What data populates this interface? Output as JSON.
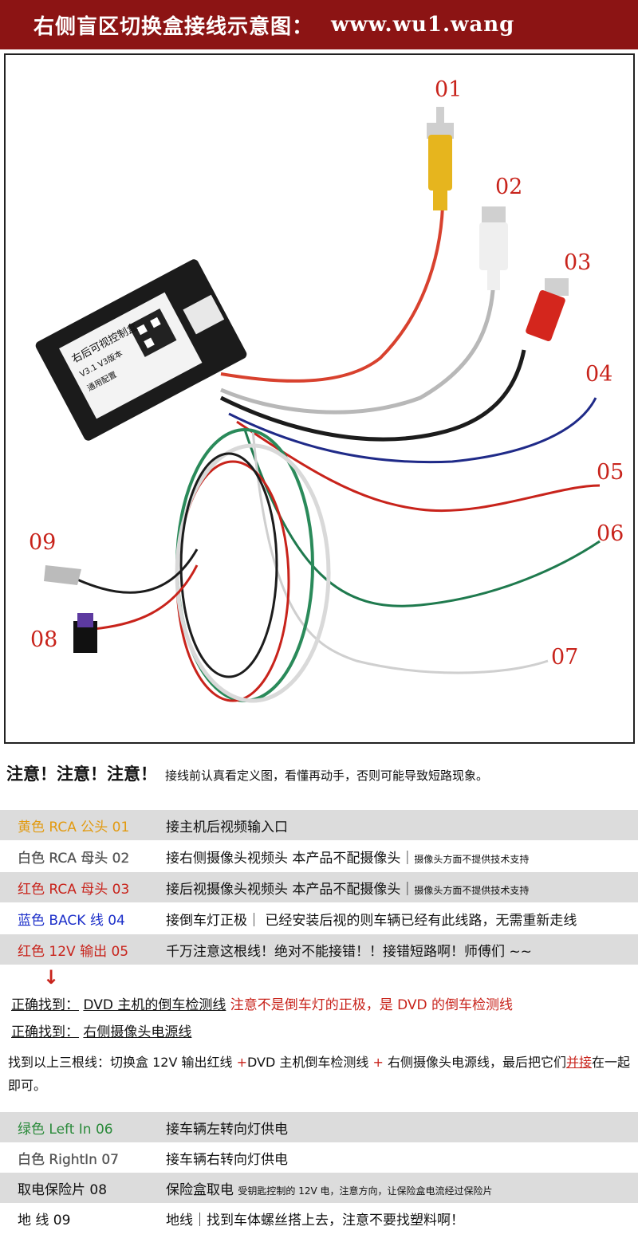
{
  "header": {
    "title": "右侧盲区切换盒接线示意图：",
    "url": "www.wu1.wang"
  },
  "photo": {
    "labels": [
      "01",
      "02",
      "03",
      "04",
      "05",
      "06",
      "07",
      "08",
      "09"
    ],
    "box_text": [
      "右后可视控制盒",
      "V3.1 V3版本",
      "通用配置"
    ]
  },
  "warning": {
    "emphasis": "注意！注意！注意！",
    "text": "接线前认真看定义图，看懂再动手，否则可能导致短路现象。"
  },
  "rows_top": [
    {
      "label": "黄色 RCA 公头 01",
      "desc": "接主机后视频输入口",
      "note": "",
      "color": "#e29a10"
    },
    {
      "label": "白色 RCA 母头 02",
      "desc": "接右侧摄像头视频头 本产品不配摄像头｜",
      "note": "摄像头方面不提供技术支持",
      "color": "#555555"
    },
    {
      "label": "红色 RCA 母头 03",
      "desc": "接后视摄像头视频头 本产品不配摄像头｜",
      "note": "摄像头方面不提供技术支持",
      "color": "#c8231b"
    },
    {
      "label": "蓝色 BACK 线  04",
      "desc": "接倒车灯正极｜ 已经安装后视的则车辆已经有此线路，无需重新走线",
      "note": "",
      "color": "#1c2fc9"
    },
    {
      "label": "红色 12V 输出  05",
      "desc": "千万注意这根线！绝对不能接错！！接错短路啊！师傅们 ~~",
      "note": "",
      "color": "#c8231b"
    }
  ],
  "arrow": "↓",
  "find1": {
    "prefix": "正确找到：",
    "main": "DVD 主机的倒车检测线",
    "note": "注意不是倒车灯的正极，是 DVD 的倒车检测线"
  },
  "find2": {
    "prefix": "正确找到：",
    "main": "右侧摄像头电源线"
  },
  "summary": {
    "part1": "找到以上三根线：切换盒 12V 输出红线",
    "plus1": "+",
    "part2": "DVD 主机倒车检测线",
    "plus2": "+",
    "part3": "右侧摄像头电源线，最后把它们",
    "highlight": "并接",
    "part4": "在一起即可。"
  },
  "rows_bottom": [
    {
      "label": "绿色 Left In   06",
      "desc": "接车辆左转向灯供电",
      "note": "",
      "color": "#2a8a3a"
    },
    {
      "label": "白色 RightIn  07",
      "desc": "接车辆右转向灯供电",
      "note": "",
      "color": "#555555"
    },
    {
      "label": "取电保险片   08",
      "desc": "保险盒取电",
      "note": "受钥匙控制的 12V 电，注意方向，让保险盒电流经过保险片",
      "color": "#111111"
    },
    {
      "label": "地  线         09",
      "desc": "地线｜找到车体螺丝搭上去，注意不要找塑料啊！",
      "note": "",
      "color": "#111111"
    }
  ]
}
